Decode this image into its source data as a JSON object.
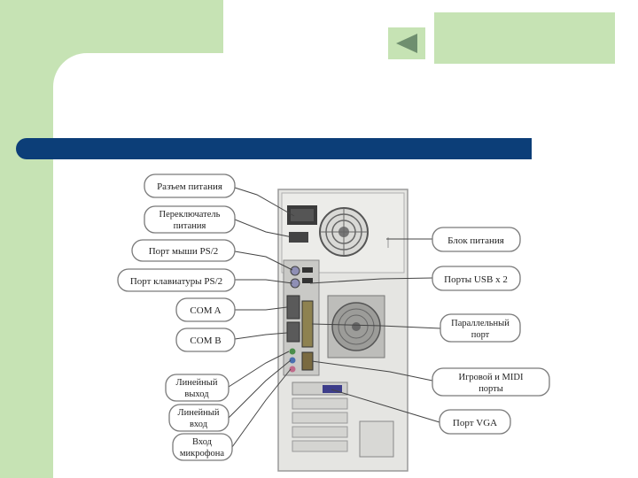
{
  "nav": {
    "back_icon": "triangle-left-icon"
  },
  "colors": {
    "green": "#c6e3b4",
    "navy": "#0c3e78"
  },
  "labels_left": [
    "Разъем питания",
    "Переключатель питания",
    "Порт мыши PS/2",
    "Порт клавиатуры PS/2",
    "COM A",
    "COM B",
    "Линейный выход",
    "Линейный вход",
    "Вход микрофона"
  ],
  "labels_right": [
    "Блок питания",
    "Порты USB x 2",
    "Параллельный порт",
    "Игровой и MIDI порты",
    "Порт VGA"
  ]
}
